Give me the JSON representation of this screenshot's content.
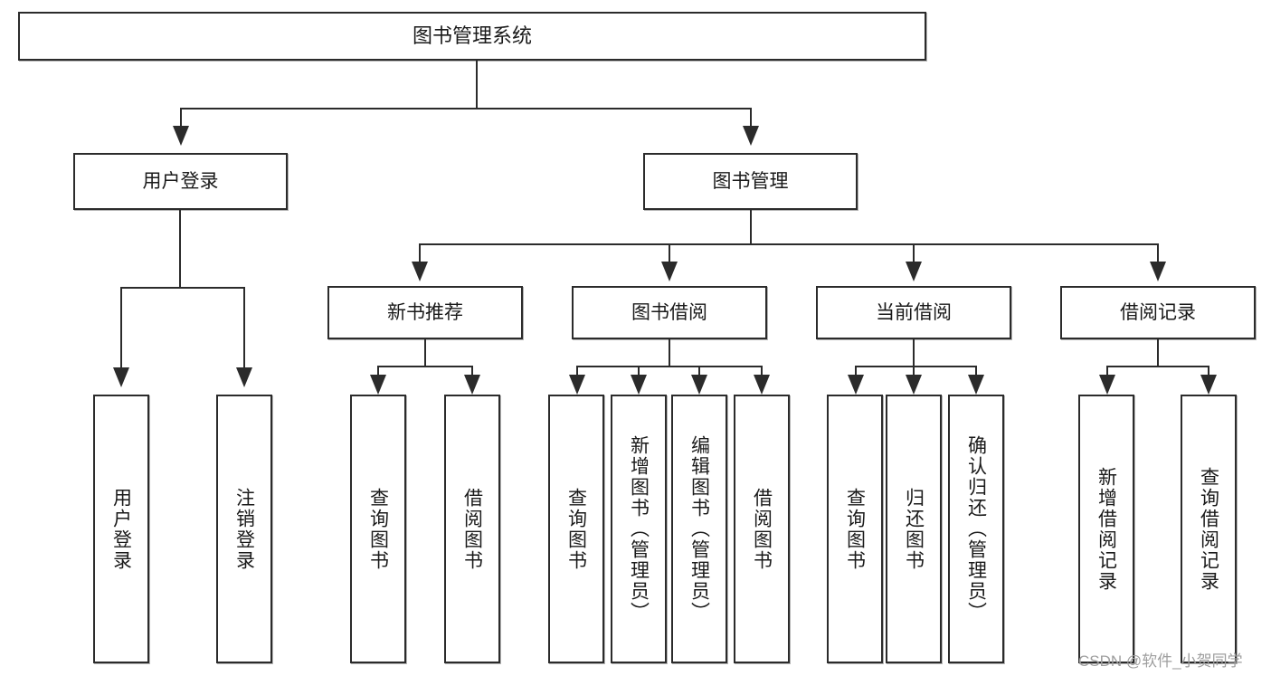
{
  "diagram": {
    "title": "图书管理系统",
    "type": "tree-hierarchy-diagram",
    "root": {
      "label": "图书管理系统"
    },
    "level2": [
      {
        "label": "用户登录"
      },
      {
        "label": "图书管理"
      }
    ],
    "level3": [
      {
        "label": "新书推荐"
      },
      {
        "label": "图书借阅"
      },
      {
        "label": "当前借阅"
      },
      {
        "label": "借阅记录"
      }
    ],
    "leaves": {
      "user_login": [
        {
          "label": "用户登录"
        },
        {
          "label": "注销登录"
        }
      ],
      "new_book_recommend": [
        {
          "label": "查询图书"
        },
        {
          "label": "借阅图书"
        }
      ],
      "book_borrow": [
        {
          "label": "查询图书"
        },
        {
          "label": "新增图书（管理员）"
        },
        {
          "label": "编辑图书（管理员）"
        },
        {
          "label": "借阅图书"
        }
      ],
      "current_borrow": [
        {
          "label": "查询图书"
        },
        {
          "label": "归还图书"
        },
        {
          "label": "确认归还（管理员）"
        }
      ],
      "borrow_record": [
        {
          "label": "新增借阅记录"
        },
        {
          "label": "查询借阅记录"
        }
      ]
    }
  },
  "watermark": {
    "text": "CSDN @软件_小贺同学"
  },
  "colors": {
    "stroke": "#2b2b2b",
    "background": "#ffffff",
    "text": "#1a1a1a",
    "watermark": "#9e9e9e"
  }
}
